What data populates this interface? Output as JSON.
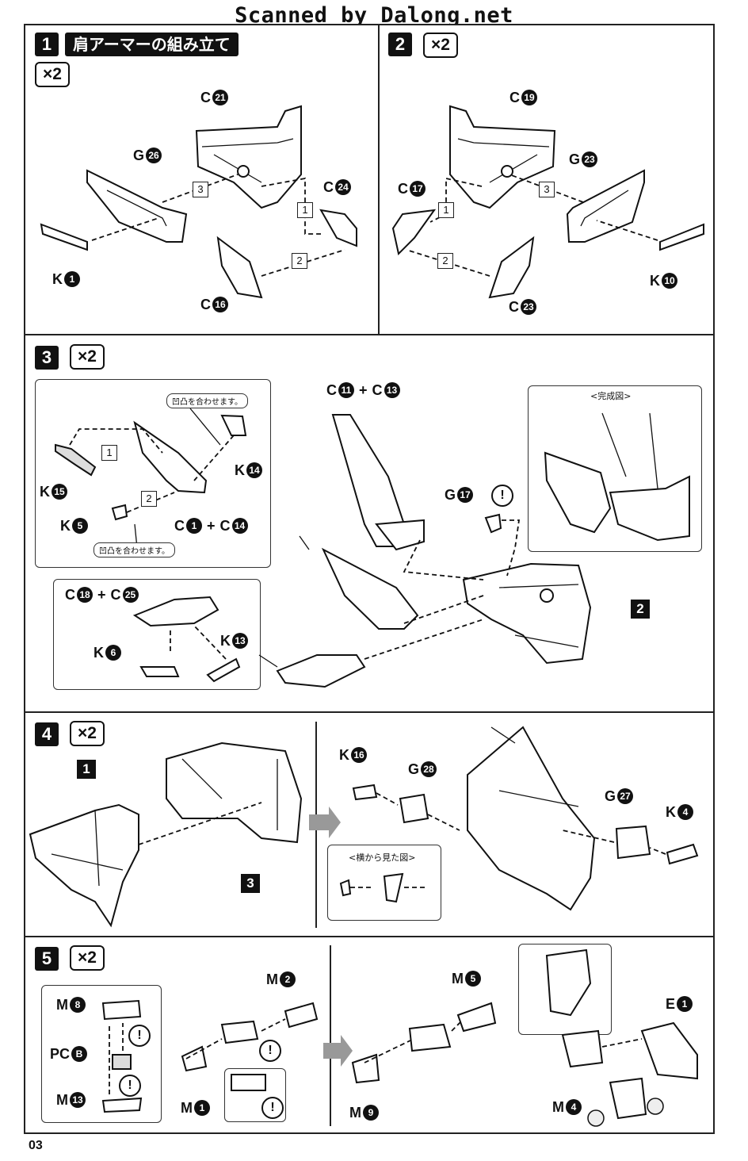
{
  "header": {
    "scan_credit": "Scanned by Dalong.net"
  },
  "page_number": "03",
  "steps": {
    "s1": {
      "num": "1",
      "title": "肩アーマーの組み立て",
      "mult": "×2",
      "labels": {
        "c21": "C",
        "c21n": "21",
        "g26": "G",
        "g26n": "26",
        "c24": "C",
        "c24n": "24",
        "k1": "K",
        "k1n": "1",
        "c16": "C",
        "c16n": "16"
      },
      "seq": [
        "1",
        "2",
        "3"
      ]
    },
    "s2": {
      "num": "2",
      "mult": "×2",
      "labels": {
        "c19": "C",
        "c19n": "19",
        "g23": "G",
        "g23n": "23",
        "c17": "C",
        "c17n": "17",
        "k10": "K",
        "k10n": "10",
        "c23": "C",
        "c23n": "23"
      },
      "seq": [
        "1",
        "2",
        "3"
      ]
    },
    "s3": {
      "num": "3",
      "mult": "×2",
      "note_top": "凹凸を合わせます。",
      "note_bottom": "凹凸を合わせます。",
      "complete_caption": "<完成図>",
      "ref_step": "2",
      "labels": {
        "k15": "K",
        "k15n": "15",
        "k14": "K",
        "k14n": "14",
        "k5": "K",
        "k5n": "5",
        "c1": "C",
        "c1n": "1",
        "plus": "+",
        "c14": "C",
        "c14n": "14",
        "c11": "C",
        "c11n": "11",
        "c13": "C",
        "c13n": "13",
        "g17": "G",
        "g17n": "17",
        "c18": "C",
        "c18n": "18",
        "c25": "C",
        "c25n": "25",
        "k6": "K",
        "k6n": "6",
        "k13": "K",
        "k13n": "13"
      },
      "seq": [
        "1",
        "2"
      ]
    },
    "s4": {
      "num": "4",
      "mult": "×2",
      "ref_a": "1",
      "ref_b": "3",
      "side_caption": "<横から見た図>",
      "labels": {
        "k16": "K",
        "k16n": "16",
        "g28": "G",
        "g28n": "28",
        "g27": "G",
        "g27n": "27",
        "k4": "K",
        "k4n": "4"
      }
    },
    "s5": {
      "num": "5",
      "mult": "×2",
      "labels": {
        "m8": "M",
        "m8n": "8",
        "pcb": "PC",
        "pcbn": "B",
        "m13": "M",
        "m13n": "13",
        "m2": "M",
        "m2n": "2",
        "m1": "M",
        "m1n": "1",
        "m5": "M",
        "m5n": "5",
        "m9": "M",
        "m9n": "9",
        "e1": "E",
        "e1n": "1",
        "m4": "M",
        "m4n": "4"
      },
      "excl": "!"
    }
  }
}
